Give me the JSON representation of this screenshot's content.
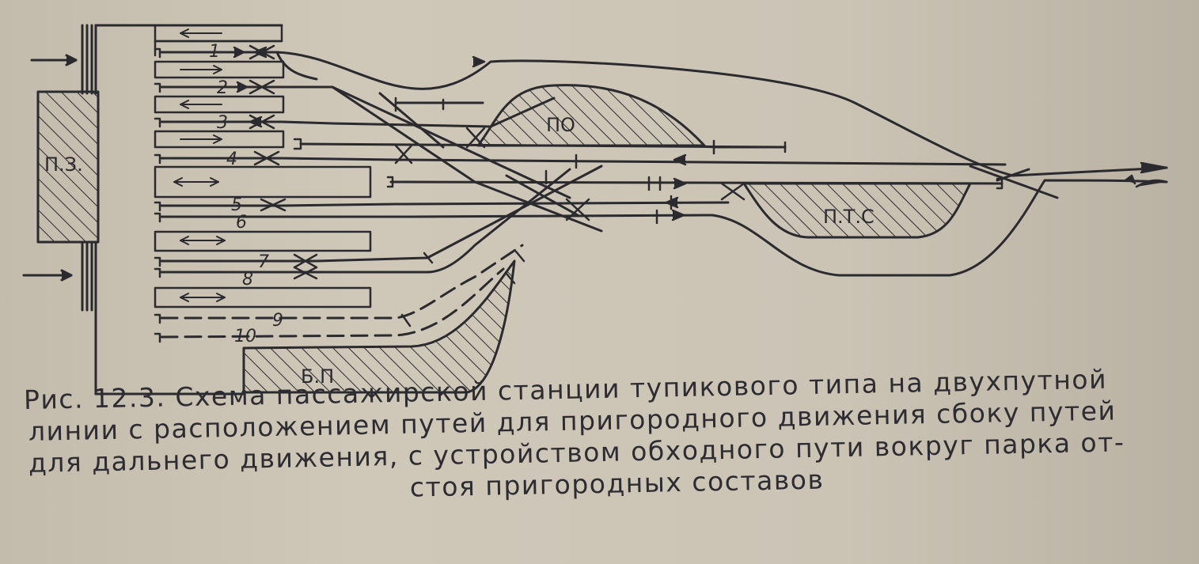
{
  "figure": {
    "caption_lines": [
      "Рис. 12.3. Схема пассажирской станции тупикового типа на двухпутной",
      "линии с расположением путей для пригородного движения сбоку путей",
      "для дальнего движения, с устройством обходного пути вокруг парка от-",
      "стоя пригородных составов"
    ]
  },
  "diagram": {
    "station_building": "П.З.",
    "passenger_depot": "ПО",
    "technical_station": "П.Т.С",
    "luggage_area": "Б.П",
    "tracks": [
      {
        "number": "1"
      },
      {
        "number": "2"
      },
      {
        "number": "3"
      },
      {
        "number": "4"
      },
      {
        "number": "5"
      },
      {
        "number": "6"
      },
      {
        "number": "7"
      },
      {
        "number": "8"
      },
      {
        "number": "9"
      },
      {
        "number": "10"
      }
    ]
  },
  "colors": {
    "ink": "#2b2a2f",
    "paper": "#cbc4b5"
  }
}
